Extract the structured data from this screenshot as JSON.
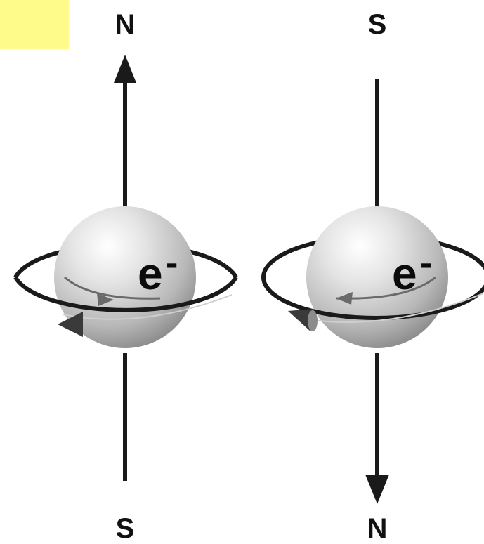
{
  "highlight_color": "#fffb8a",
  "electrons": [
    {
      "top_pole": "N",
      "bottom_pole": "S",
      "label": "e",
      "charge": "-",
      "arrow_direction": "up"
    },
    {
      "top_pole": "S",
      "bottom_pole": "N",
      "label": "e",
      "charge": "-",
      "arrow_direction": "down"
    }
  ]
}
